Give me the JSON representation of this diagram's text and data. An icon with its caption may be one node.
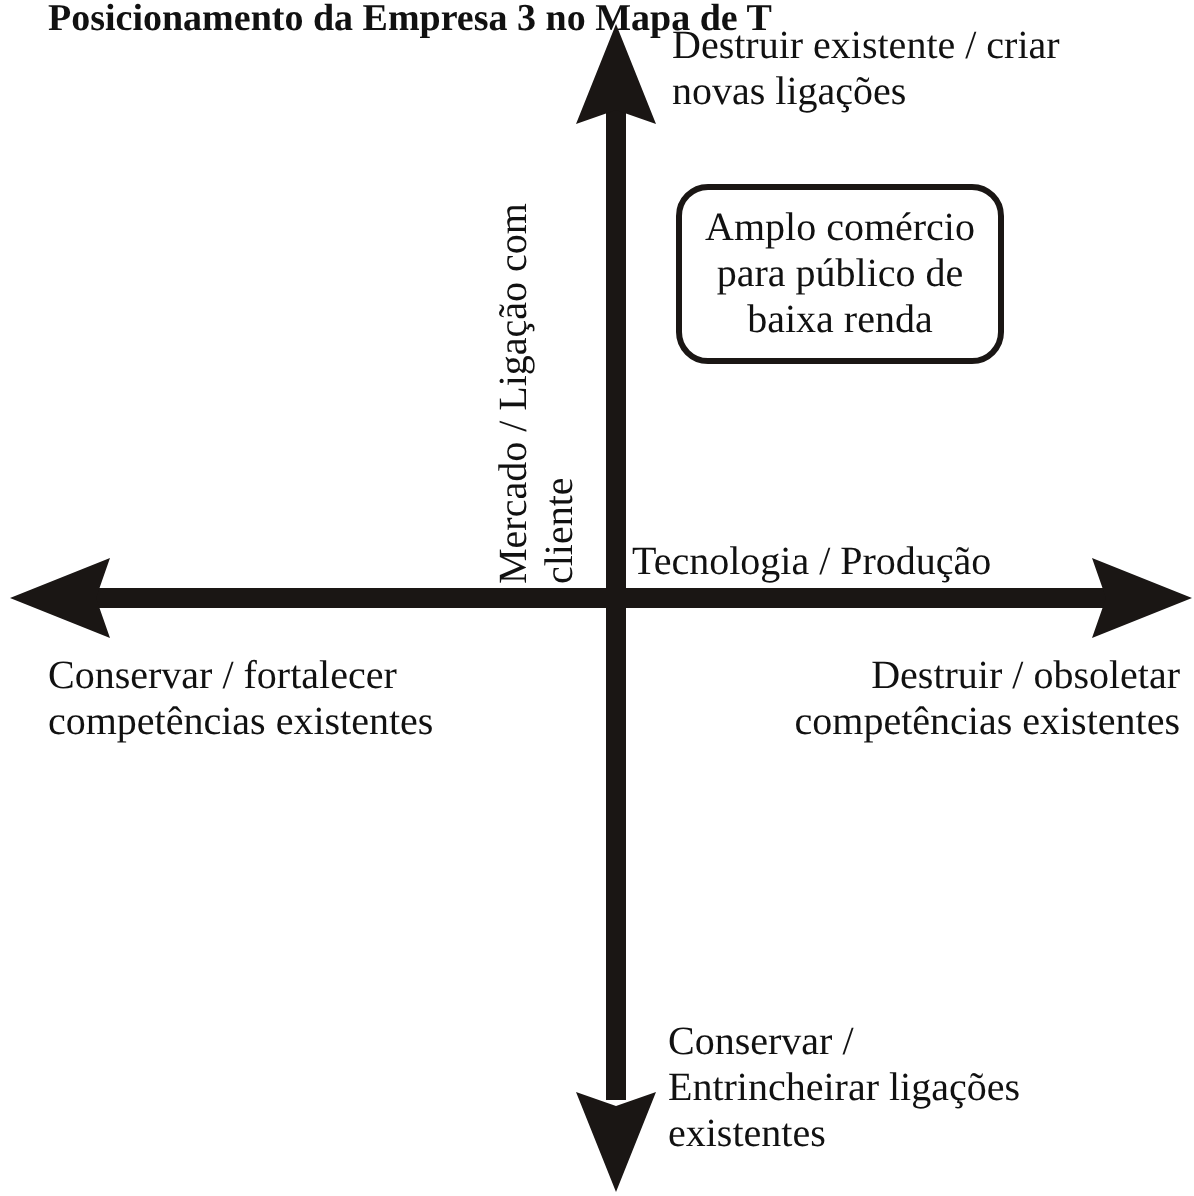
{
  "diagram": {
    "title": "Posicionamento da Empresa 3 no Mapa de T",
    "nodes": [
      {
        "text": [
          "Amplo comércio para público de baixa renda"
        ]
      }
    ],
    "edges": [],
    "labels": [
      "Destruir existente / criar novas ligações",
      "Mercado / Ligação com cliente",
      "Tecnologia / Produção",
      "Conservar / fortalecer competências existentes",
      "Destruir / obsoletar competências existentes",
      "Conservar / Entrincheirar ligações existentes"
    ]
  }
}
